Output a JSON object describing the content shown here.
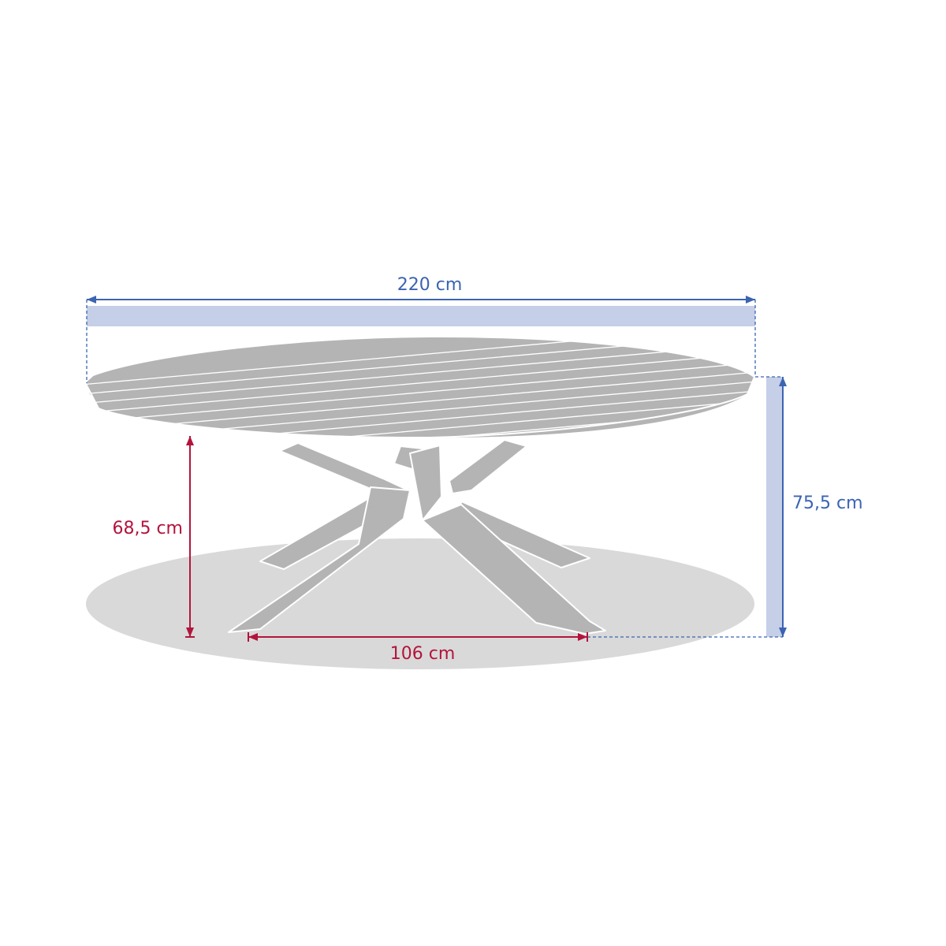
{
  "dimensions": {
    "width": "220 cm",
    "height_total": "75,5 cm",
    "height_under": "68,5 cm",
    "leg_span": "106 cm"
  },
  "colors": {
    "blue": "#3b64b2",
    "blue_fill": "#c6cfe8",
    "red": "#b3143c",
    "table_gray": "#b4b4b4",
    "shadow_gray": "#d9d9d9"
  }
}
